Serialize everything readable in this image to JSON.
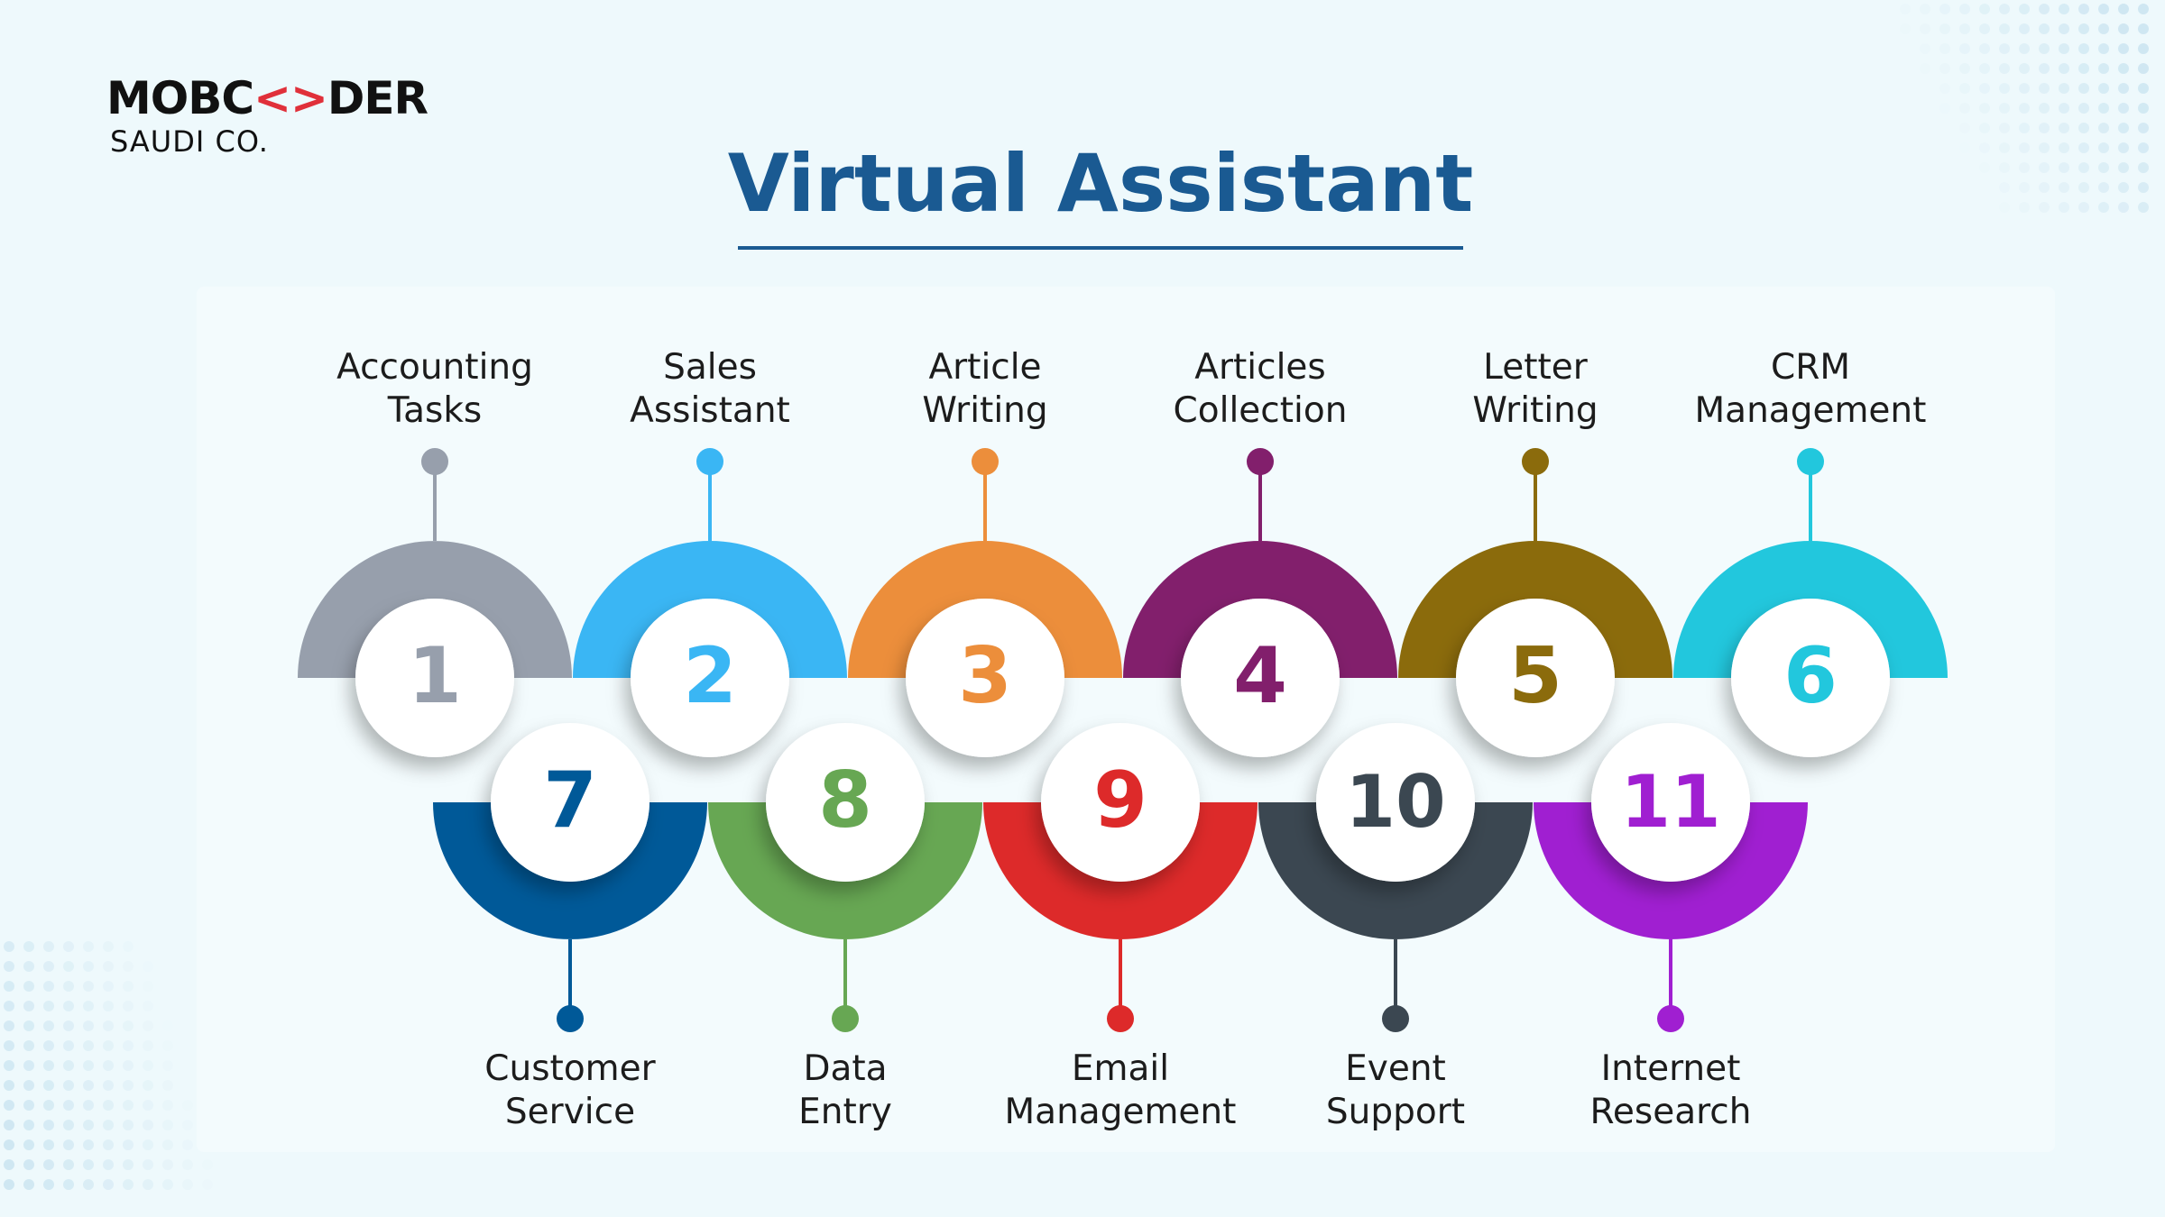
{
  "logo": {
    "brand_prefix": "MOBC",
    "brand_symbol": "<>",
    "brand_suffix": "DER",
    "tagline": "SAUDI CO."
  },
  "title": "Virtual Assistant",
  "colors": {
    "title": "#1a5a92",
    "logo_accent": "#e0303a",
    "background": "#eef9fc"
  },
  "items": [
    {
      "number": "1",
      "line1": "Accounting",
      "line2": "Tasks",
      "color": "#979fac"
    },
    {
      "number": "2",
      "line1": "Sales",
      "line2": "Assistant",
      "color": "#3ab6f4"
    },
    {
      "number": "3",
      "line1": "Article",
      "line2": "Writing",
      "color": "#ec8e3b"
    },
    {
      "number": "4",
      "line1": "Articles",
      "line2": "Collection",
      "color": "#821f6c"
    },
    {
      "number": "5",
      "line1": "Letter",
      "line2": "Writing",
      "color": "#8b6b0c"
    },
    {
      "number": "6",
      "line1": "CRM",
      "line2": "Management",
      "color": "#22c7dd"
    },
    {
      "number": "7",
      "line1": "Customer",
      "line2": "Service",
      "color": "#005998"
    },
    {
      "number": "8",
      "line1": "Data",
      "line2": "Entry",
      "color": "#67a753"
    },
    {
      "number": "9",
      "line1": "Email",
      "line2": "Management",
      "color": "#dd2a2a"
    },
    {
      "number": "10",
      "line1": "Event",
      "line2": "Support",
      "color": "#3b4751"
    },
    {
      "number": "11",
      "line1": "Internet",
      "line2": "Research",
      "color": "#a01fd1"
    }
  ]
}
